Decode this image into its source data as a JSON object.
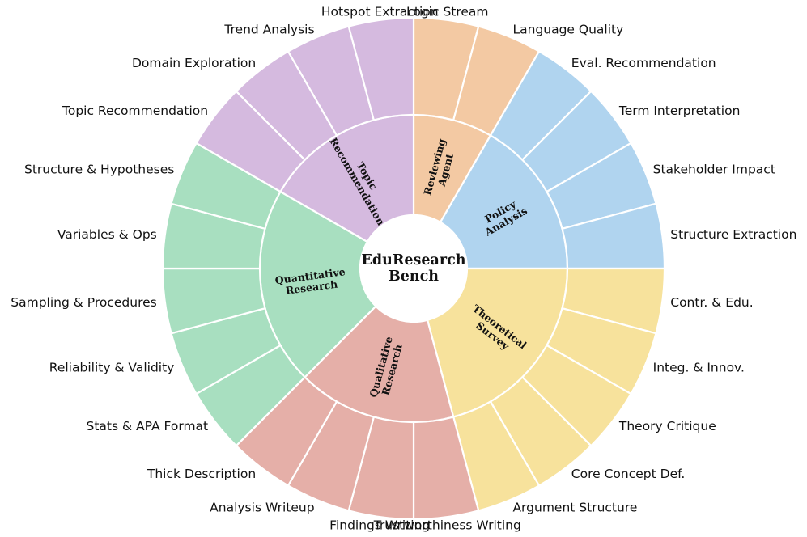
{
  "center": {
    "title_line1": "EduResearch",
    "title_line2": "Bench"
  },
  "categories": [
    {
      "name": "Reviewing Agent",
      "lines": [
        "Reviewing",
        "Agent"
      ],
      "color": "#f3c9a3",
      "leaves": [
        "Logic Stream",
        "Language Quality"
      ]
    },
    {
      "name": "Policy Analysis",
      "lines": [
        "Policy",
        "Analysis"
      ],
      "color": "#b0d4ef",
      "leaves": [
        "Eval. Recommendation",
        "Term Interpretation",
        "Stakeholder Impact",
        "Structure Extraction"
      ]
    },
    {
      "name": "Theoretical Survey",
      "lines": [
        "Theoretical",
        "Survey"
      ],
      "color": "#f7e29c",
      "leaves": [
        "Contr. & Edu.",
        "Integ. & Innov.",
        "Theory Critique",
        "Core Concept Def.",
        "Argument Structure"
      ]
    },
    {
      "name": "Qualitative Research",
      "lines": [
        "Qualitative",
        "Research"
      ],
      "color": "#e5afa8",
      "leaves": [
        "Trustworthiness Writing",
        "Findings Writing",
        "Analysis Writeup",
        "Thick Description"
      ]
    },
    {
      "name": "Quantitative Research",
      "lines": [
        "Quantitative",
        "Research"
      ],
      "color": "#a8dfc0",
      "leaves": [
        "Stats & APA Format",
        "Reliability & Validity",
        "Sampling & Procedures",
        "Variables & Ops",
        "Structure & Hypotheses"
      ]
    },
    {
      "name": "Topic Recommendation",
      "lines": [
        "Topic",
        "Recommendation"
      ],
      "color": "#d5badf",
      "leaves": [
        "Topic Recommendation",
        "Domain Exploration",
        "Trend Analysis",
        "Hotspot Extraction"
      ]
    }
  ]
}
